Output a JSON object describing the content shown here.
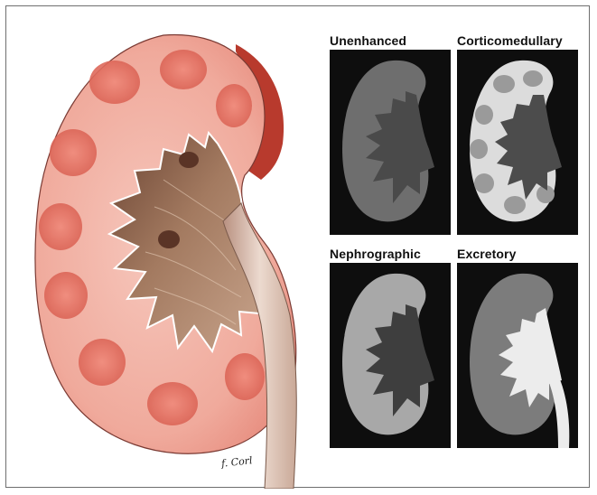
{
  "panels": [
    {
      "key": "unenhanced",
      "label": "Unenhanced"
    },
    {
      "key": "corticomedullary",
      "label": "Corticomedullary"
    },
    {
      "key": "nephrographic",
      "label": "Nephrographic"
    },
    {
      "key": "excretory",
      "label": "Excretory"
    }
  ],
  "illustration": {
    "signature": "f. Corl"
  },
  "colors": {
    "cortex": "#f1b0a4",
    "cortex_deep": "#e06f61",
    "capsule_red": "#b33a2c",
    "sinus": "#8a6048",
    "ureter": "#d9c0b0",
    "ct_background": "#0e0e0e"
  }
}
